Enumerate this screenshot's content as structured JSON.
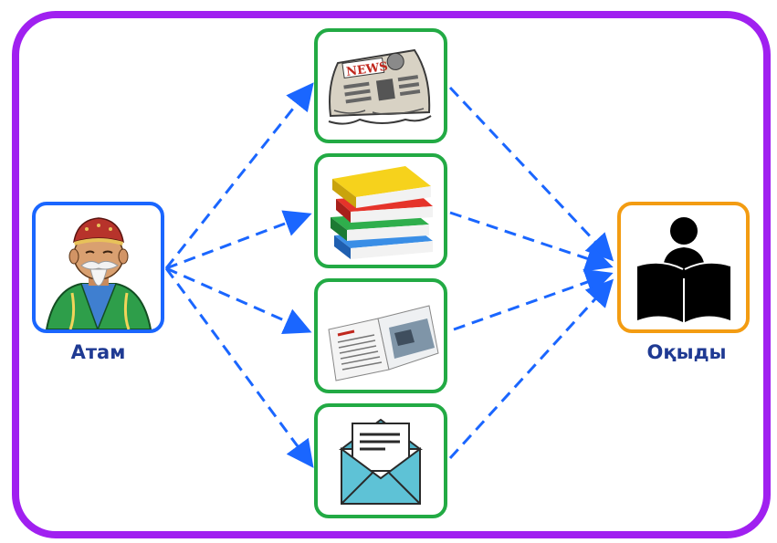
{
  "left_node": {
    "label": "Атам",
    "icon": "grandfather-icon"
  },
  "right_node": {
    "label": "Оқыды",
    "icon": "person-reading-icon"
  },
  "items": [
    {
      "icon": "newspaper-icon",
      "badge_text": "NEWS"
    },
    {
      "icon": "books-icon"
    },
    {
      "icon": "magazine-icon"
    },
    {
      "icon": "envelope-letter-icon"
    }
  ],
  "colors": {
    "frame": "#a020f0",
    "left_border": "#1a66ff",
    "right_border": "#f39c12",
    "item_border": "#22aa44",
    "arrow": "#1a66ff",
    "label_text": "#1f3a93"
  }
}
